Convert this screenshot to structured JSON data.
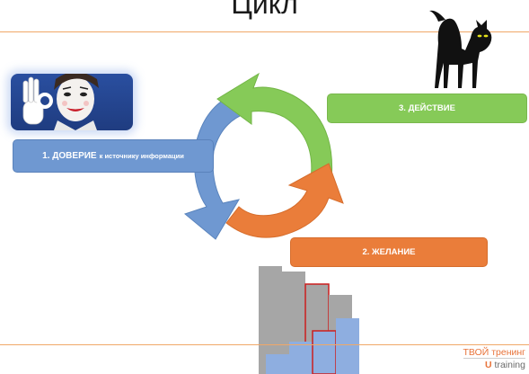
{
  "title": "Цикл",
  "boxes": {
    "trust_main": "1. ДОВЕРИЕ",
    "trust_sub": "к источнику информации",
    "action": "3. ДЕЙСТВИЕ",
    "desire": "2. ЖЕЛАНИЕ"
  },
  "colors": {
    "trust": "#6f98d1",
    "action": "#86ca58",
    "desire": "#ea7d3a",
    "divider": "#f0a868"
  },
  "brand": {
    "line1": "ТВОЙ тренинг",
    "u": "U",
    "line2": "training"
  },
  "images": {
    "photo": "mime-ok-gesture-photo",
    "cat": "black-cat-silhouette",
    "bars": "bar-chart-illustration"
  }
}
